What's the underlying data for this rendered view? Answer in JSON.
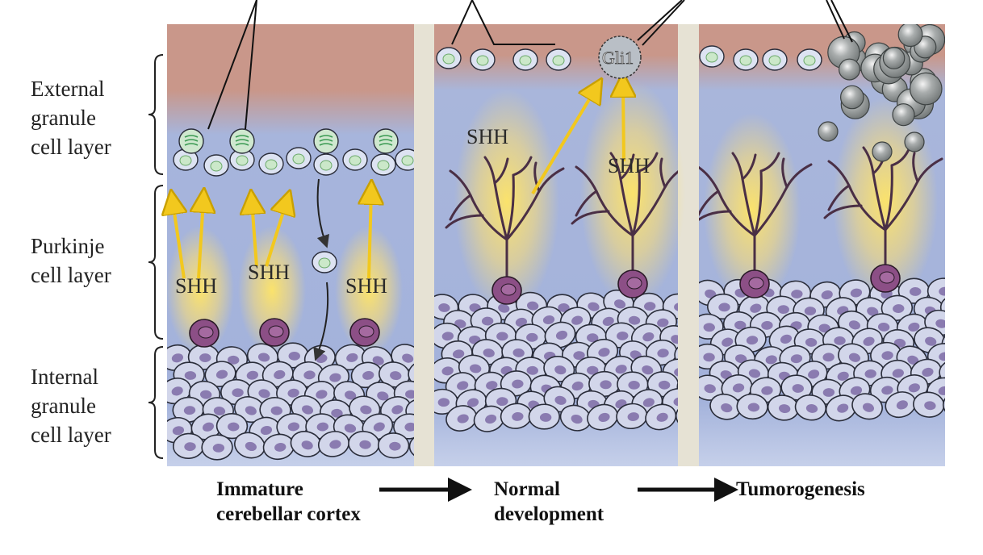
{
  "layers": {
    "external": "External granule cell layer",
    "external_lines": [
      "External",
      "granule",
      "cell layer"
    ],
    "purkinje_lines": [
      "Purkinje",
      "cell layer"
    ],
    "internal_lines": [
      "Internal",
      "granule",
      "cell layer"
    ]
  },
  "signal_label": "SHH",
  "gli_label": "Gli1",
  "stages": {
    "immature": [
      "Immature",
      "cerebellar cortex"
    ],
    "normal": [
      "Normal",
      "development"
    ],
    "tumor": [
      "Tumorogenesis"
    ]
  },
  "colors": {
    "pia": "#c9978a",
    "tissue": "#a7b5dc",
    "tissue_bottom": "#c6d0ea",
    "divider": "#e6e2d4",
    "shh_glow": "#ffd84a",
    "shh_arrow": "#f2c81e",
    "granule_cell": "#d2d6ea",
    "granule_nucleus": "#8a7bb0",
    "purkinje_body": "#8c4f86",
    "dendrite": "#4a2f45",
    "progenitor": "#cfe8cf",
    "tumor": "#8f9494"
  }
}
